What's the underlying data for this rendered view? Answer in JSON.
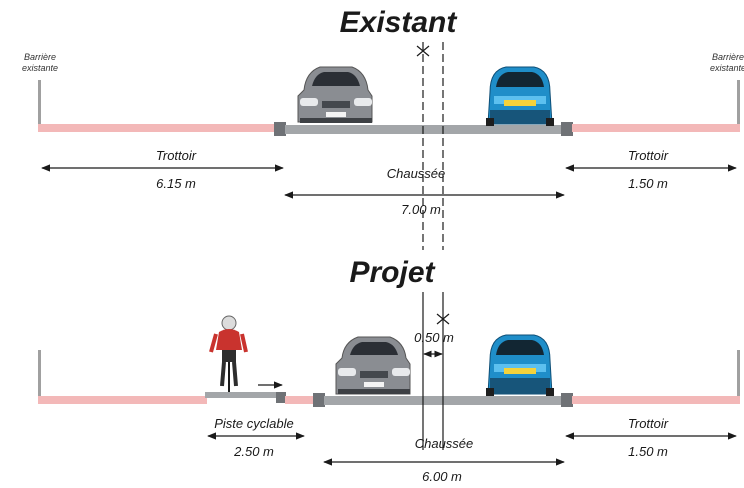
{
  "existing": {
    "title": "Existant",
    "barrier_left_line1": "Barrière",
    "barrier_left_line2": "existante",
    "barrier_right_line1": "Barrière",
    "barrier_right_line2": "existante",
    "sidewalk_left_label": "Trottoir",
    "sidewalk_left_width": "6.15 m",
    "roadway_label": "Chaussée",
    "roadway_width": "7.00 m",
    "sidewalk_right_label": "Trottoir",
    "sidewalk_right_width": "1.50 m"
  },
  "project": {
    "title": "Projet",
    "offset_label": "0.50 m",
    "bike_lane_label": "Piste cyclable",
    "bike_lane_width": "2.50 m",
    "roadway_label": "Chaussée",
    "roadway_width": "6.00 m",
    "sidewalk_right_label": "Trottoir",
    "sidewalk_right_width": "1.50 m"
  },
  "colors": {
    "sidewalk": "#f3b8b8",
    "roadway": "#a3a6a9",
    "curb": "#6f7276",
    "dimension": "#1a1a1a",
    "car_grey": "#8a8d92",
    "car_blue": "#1f8ec9",
    "cyclist_jersey": "#c9332e"
  }
}
